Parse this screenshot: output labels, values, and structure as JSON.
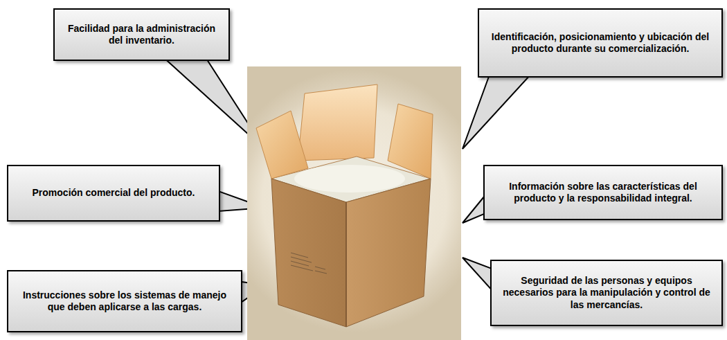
{
  "diagram": {
    "nodes": [
      {
        "text": [
          "Facilidad para la administración del inventario."
        ]
      },
      {
        "text": [
          "Identificación, posicionamiento y ubicación del producto durante su comercialización."
        ]
      },
      {
        "text": [
          "Promoción comercial del producto."
        ]
      },
      {
        "text": [
          "Información sobre las características del producto y la responsabilidad integral."
        ]
      },
      {
        "text": [
          "Instrucciones sobre los sistemas de manejo que deben aplicarse a las cargas."
        ]
      },
      {
        "text": [
          "Seguridad de las personas y equipos necesarios para la manipulación y control de las mercancías."
        ]
      }
    ]
  }
}
